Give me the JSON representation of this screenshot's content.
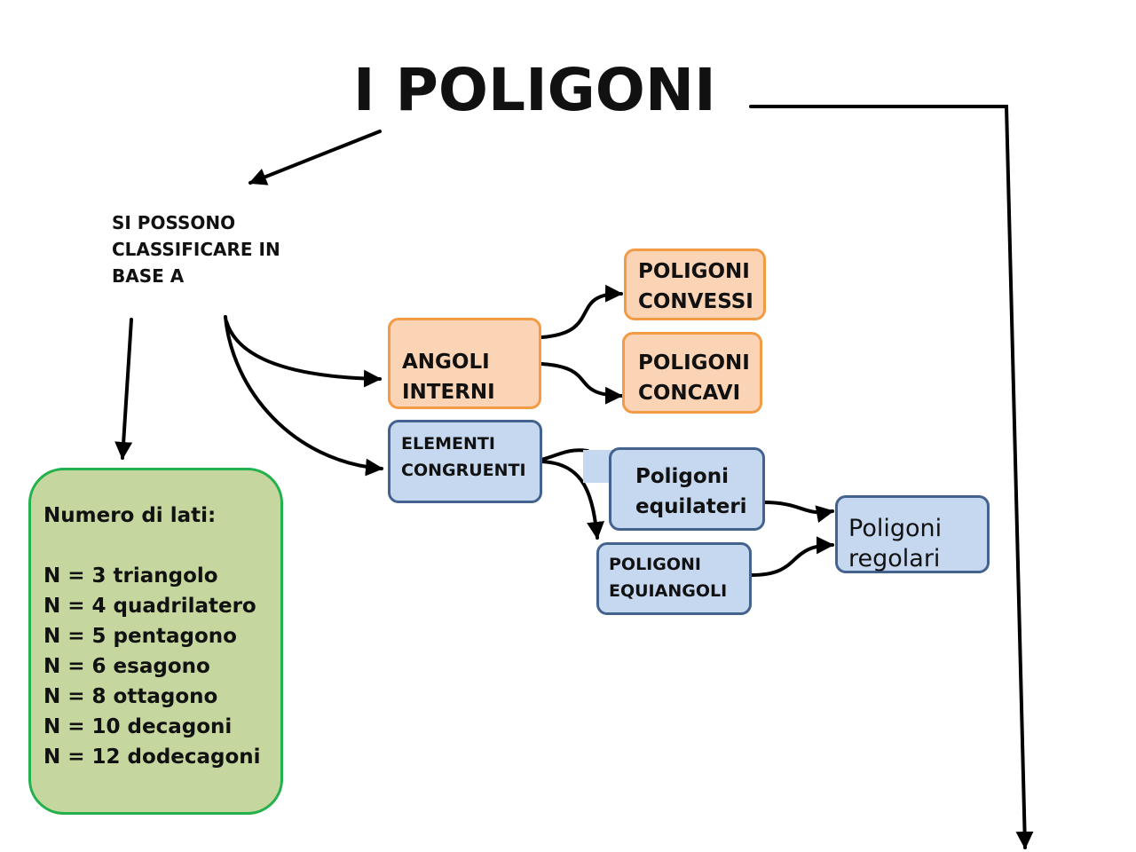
{
  "title": "I POLIGONI",
  "subtitle": "SI POSSONO CLASSIFICARE IN BASE A",
  "nodes": {
    "angoli_interni": [
      "ANGOLI",
      "INTERNI"
    ],
    "elementi_congruenti": [
      "ELEMENTI",
      "CONGRUENTI"
    ],
    "poligoni_convessi": [
      "POLIGONI",
      "CONVESSI"
    ],
    "poligoni_concavi": [
      "POLIGONI",
      "CONCAVI"
    ],
    "poligoni_equilateri": [
      "Poligoni",
      "equilateri"
    ],
    "poligoni_equiangoli": [
      "POLIGONI",
      "EQUIANGOLI"
    ],
    "poligoni_regolari": [
      "Poligoni",
      "regolari"
    ],
    "numero_lati": {
      "heading": "Numero di lati:",
      "items": [
        "N = 3 triangolo",
        "N = 4 quadrilatero",
        "N = 5 pentagono",
        "N = 6 esagono",
        "N = 8 ottagono",
        "N = 10 decagoni",
        "N = 12 dodecagoni"
      ]
    }
  },
  "colors": {
    "orange_fill": "#fbd3b5",
    "orange_border": "#f39a45",
    "blue_fill": "#c5d8f0",
    "blue_border": "#44628e",
    "green_fill": "#c5d79e",
    "green_border": "#22b14c"
  }
}
